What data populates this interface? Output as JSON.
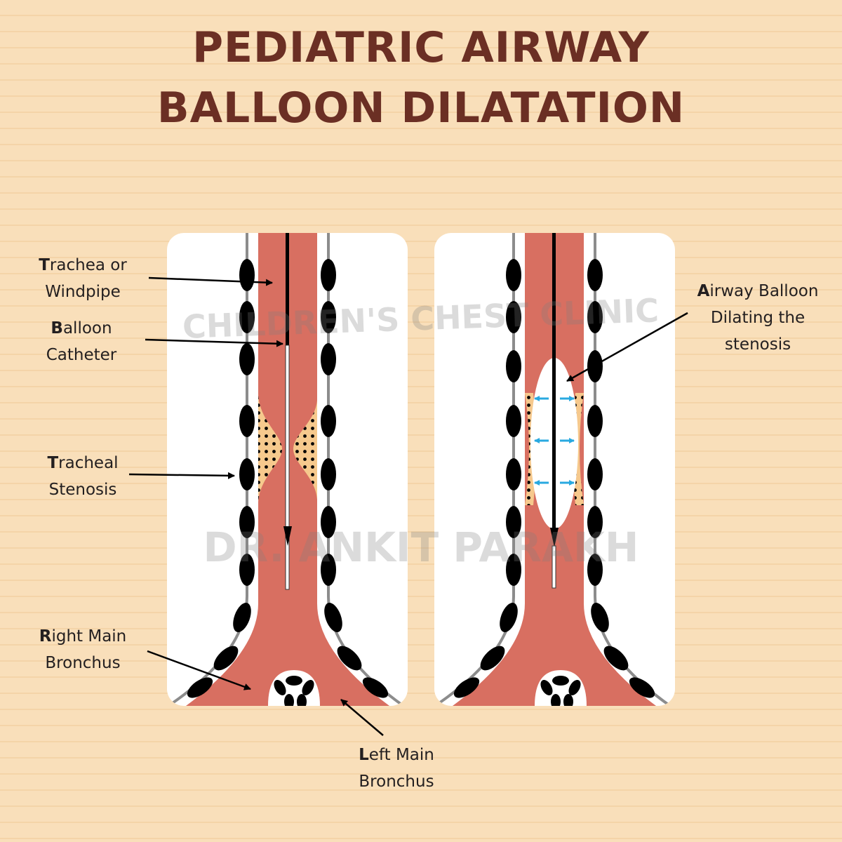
{
  "title": {
    "line1": "PEDIATRIC AIRWAY",
    "line2": "BALLOON DILATATION"
  },
  "labels": {
    "trachea": {
      "initial": "T",
      "line1": "rachea or",
      "line2": "Windpipe"
    },
    "balloon_catheter": {
      "initial": "B",
      "line1": "alloon",
      "line2": "Catheter"
    },
    "tracheal_stenosis": {
      "initial": "T",
      "line1": "racheal",
      "line2": "Stenosis"
    },
    "right_main_bronchus": {
      "initial": "R",
      "line1": "ight Main",
      "line2": "Bronchus"
    },
    "left_main_bronchus": {
      "initial": "L",
      "line1": "eft Main",
      "line2": "Bronchus"
    },
    "airway_balloon": {
      "initial": "A",
      "line1": "irway Balloon",
      "line2": "Dilating the",
      "line3": "stenosis"
    }
  },
  "watermark": {
    "line1": "CHILDREN'S CHEST CLINIC",
    "line2": "DR. ANKIT PARAKH"
  },
  "colors": {
    "background": "#f9dfba",
    "title": "#6b2f24",
    "airway_lumen": "#d86f61",
    "cartilage": "#000000",
    "stenosis_tissue": "#f6c98d",
    "dilation_arrows": "#29a9e0"
  }
}
